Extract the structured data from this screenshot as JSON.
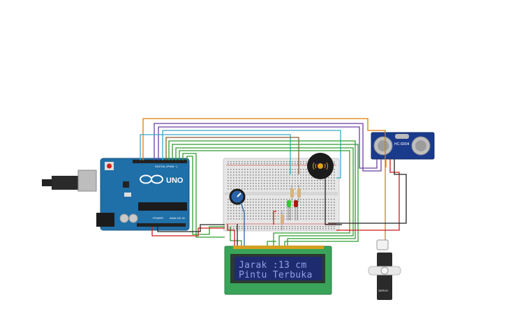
{
  "arduino": {
    "model": "UNO",
    "header_digital": "DIGITAL (PWM ~)",
    "header_power": "POWER",
    "header_analog": "ANALOG IN",
    "brand_color": "#1f6fa8"
  },
  "sensor": {
    "model": "HC-SR04",
    "color": "#1a3a8c"
  },
  "lcd": {
    "line1": "Jarak :13 cm",
    "line2": "Pintu Terbuka",
    "screen_color": "#1e2b6e",
    "text_color": "#8fa0e8"
  },
  "servo": {
    "label": "SERVO"
  },
  "wire_colors": {
    "orange": "#e07b00",
    "purple": "#6a3fa0",
    "teal": "#3aa8c8",
    "brown": "#8a5a2b",
    "green": "#2f9e2f",
    "red": "#d01818",
    "black": "#222222"
  }
}
